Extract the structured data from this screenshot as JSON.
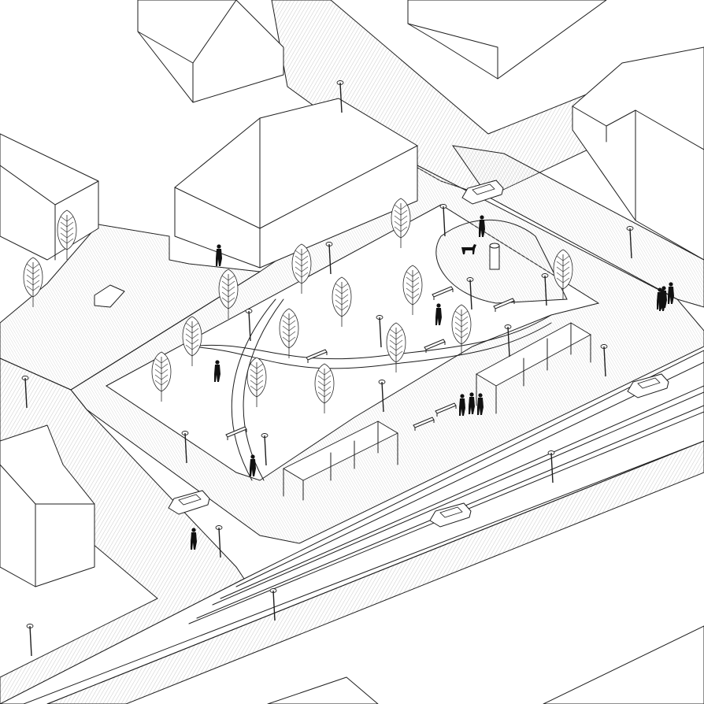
{
  "drawing": {
    "type": "axonometric urban plaza drawing",
    "line_color": "#1e1e1e",
    "paving_color": "#cfcfcf",
    "background_color": "#ffffff"
  },
  "elements": {
    "buildings": 9,
    "trees": 15,
    "lamp_posts": 18,
    "benches": 7,
    "people": 13,
    "cars": 4,
    "dogs": 1,
    "pergolas": 2
  }
}
